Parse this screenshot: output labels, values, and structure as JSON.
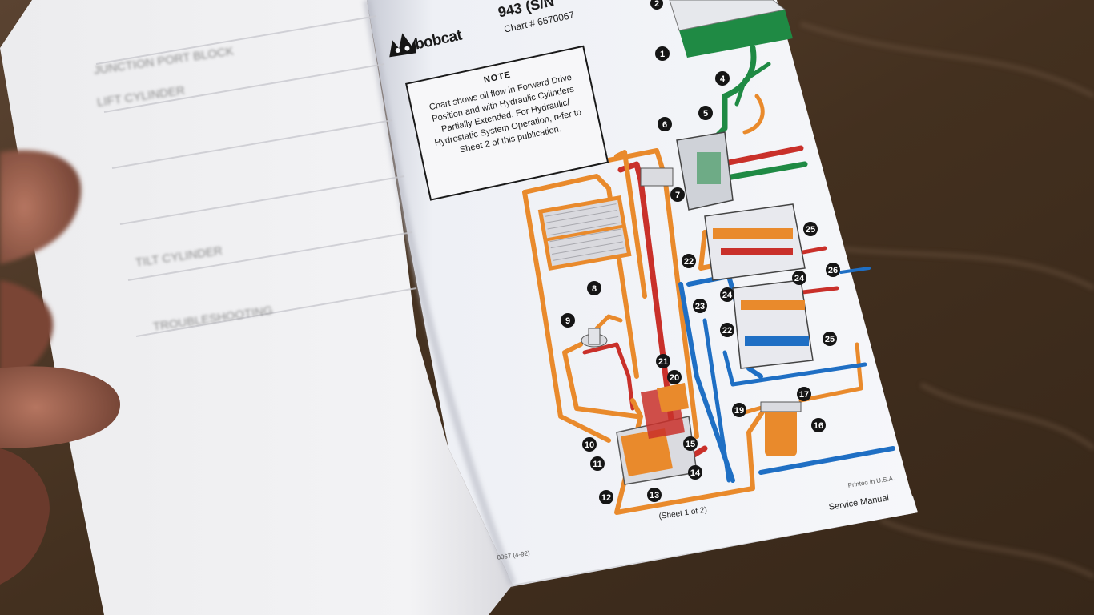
{
  "header": {
    "title": "943 (S/N",
    "chart_number": "Chart # 6570067"
  },
  "brand": {
    "name": "bobcat"
  },
  "note": {
    "title": "NOTE",
    "line1": "Chart shows oil flow in Forward Drive",
    "line2": "Position and with Hydraulic Cylinders",
    "line3": "Partially Extended. For Hydraulic/",
    "line4": "Hydrostatic System Operation, refer to",
    "line5": "Sheet 2 of this publication."
  },
  "footer": {
    "sheet": "(Sheet 1 of 2)",
    "service_manual": "Service Manual",
    "printed": "Printed in U.S.A.",
    "part_number": "0067 (4-92)"
  },
  "left_page": {
    "lines": [
      "JUNCTION PORT BLOCK",
      "LIFT CYLINDER",
      "TILT CYLINDER",
      "TROUBLESHOOTING"
    ]
  },
  "callouts": [
    "1",
    "2",
    "4",
    "5",
    "6",
    "7",
    "8",
    "9",
    "10",
    "11",
    "12",
    "13",
    "14",
    "15",
    "16",
    "17",
    "19",
    "20",
    "21",
    "22",
    "23",
    "24",
    "25",
    "26"
  ],
  "colors": {
    "table": "#4a3526",
    "paper": "#f1f2f6",
    "orange_line": "#e98a2c",
    "red_line": "#c9302a",
    "blue_line": "#1f6fc4",
    "green_line": "#1f8a44",
    "callout": "#151515"
  }
}
